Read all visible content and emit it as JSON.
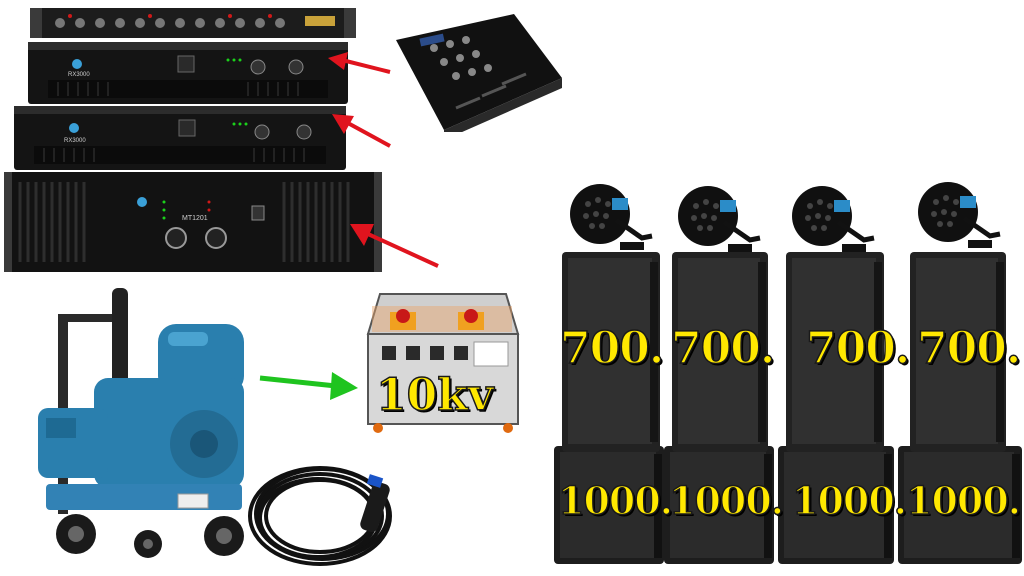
{
  "equipment": {
    "amp1_model": "RX3000",
    "amp2_model": "RX3000",
    "amp3_model": "MT1201",
    "transformer_label": "10kv",
    "top_speaker_values": [
      "700.",
      "700.",
      "700.",
      "700."
    ],
    "sub_speaker_values": [
      "1000.",
      "1000.",
      "1000.",
      "1000."
    ]
  },
  "colors": {
    "label_text": "#ffe800",
    "red_arrow": "#e0141e",
    "green_arrow": "#1fc41f",
    "generator_body": "#2a7fae"
  }
}
